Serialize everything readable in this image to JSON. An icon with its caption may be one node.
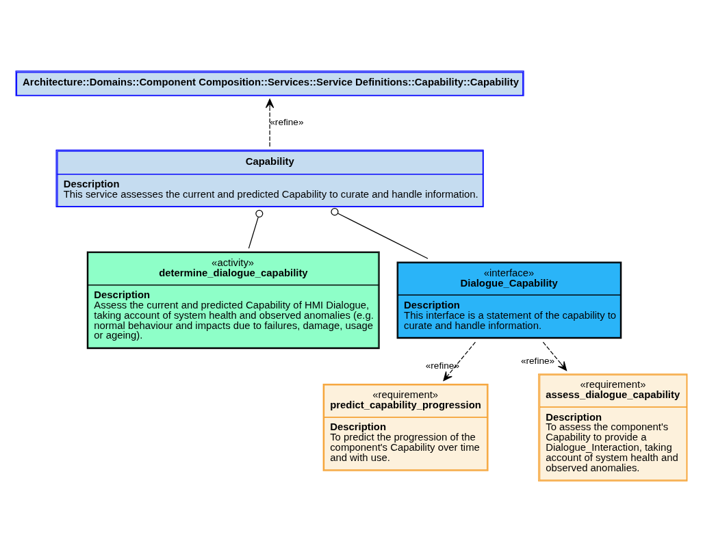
{
  "diagram": {
    "nodes": [
      {
        "text": [
          "Architecture::Domains::Component Composition::Services::Service Definitions::Capability::Capability"
        ]
      },
      {
        "text": [
          "Capability",
          "Description",
          "This service assesses the current and predicted Capability to curate and handle information."
        ]
      },
      {
        "text": [
          "«activity»",
          "determine_dialogue_capability",
          "Description",
          "Assess the current and predicted Capability of HMI Dialogue, taking account of system health and observed anomalies (e.g. normal behaviour and impacts due to failures, damage, usage or ageing)."
        ]
      },
      {
        "text": [
          "«interface»",
          "Dialogue_Capability",
          "Description",
          "This interface is a statement of the capability to curate and handle information."
        ]
      },
      {
        "text": [
          "«requirement»",
          "predict_capability_progression",
          "Description",
          "To predict the progression of the component's Capability over time and with use."
        ]
      },
      {
        "text": [
          "«requirement»",
          "assess_dialogue_capability",
          "Description",
          "To assess the component's Capability to provide a Dialogue_Interaction, taking account of system health and observed anomalies."
        ]
      }
    ],
    "edges": [
      {
        "from": 1,
        "to": 0,
        "arrow": "to",
        "label": "«refine»",
        "style": "dashed"
      },
      {
        "from": 2,
        "to": 1,
        "arrow": "other"
      },
      {
        "from": 3,
        "to": 1,
        "arrow": "other"
      },
      {
        "from": 3,
        "to": 4,
        "arrow": "to",
        "label": "«refine»",
        "style": "dashed"
      },
      {
        "from": 3,
        "to": 5,
        "arrow": "to",
        "label": "«refine»",
        "style": "dashed"
      }
    ]
  }
}
